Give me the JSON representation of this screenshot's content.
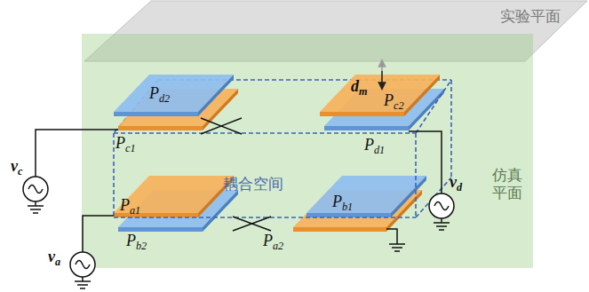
{
  "diagram": {
    "nodes": [
      {
        "text": [
          "实验平面"
        ]
      },
      {
        "text": [
          "仿真 平面"
        ]
      },
      {
        "text": [
          "耦合空间"
        ],
        "in": 1
      }
    ],
    "labels": [
      "dm",
      "Pd2",
      "Pc2",
      "vc",
      "Pc1",
      "Pd1",
      "vd",
      "Pa1",
      "Pb1",
      "Pb2",
      "Pa2",
      "va"
    ]
  }
}
